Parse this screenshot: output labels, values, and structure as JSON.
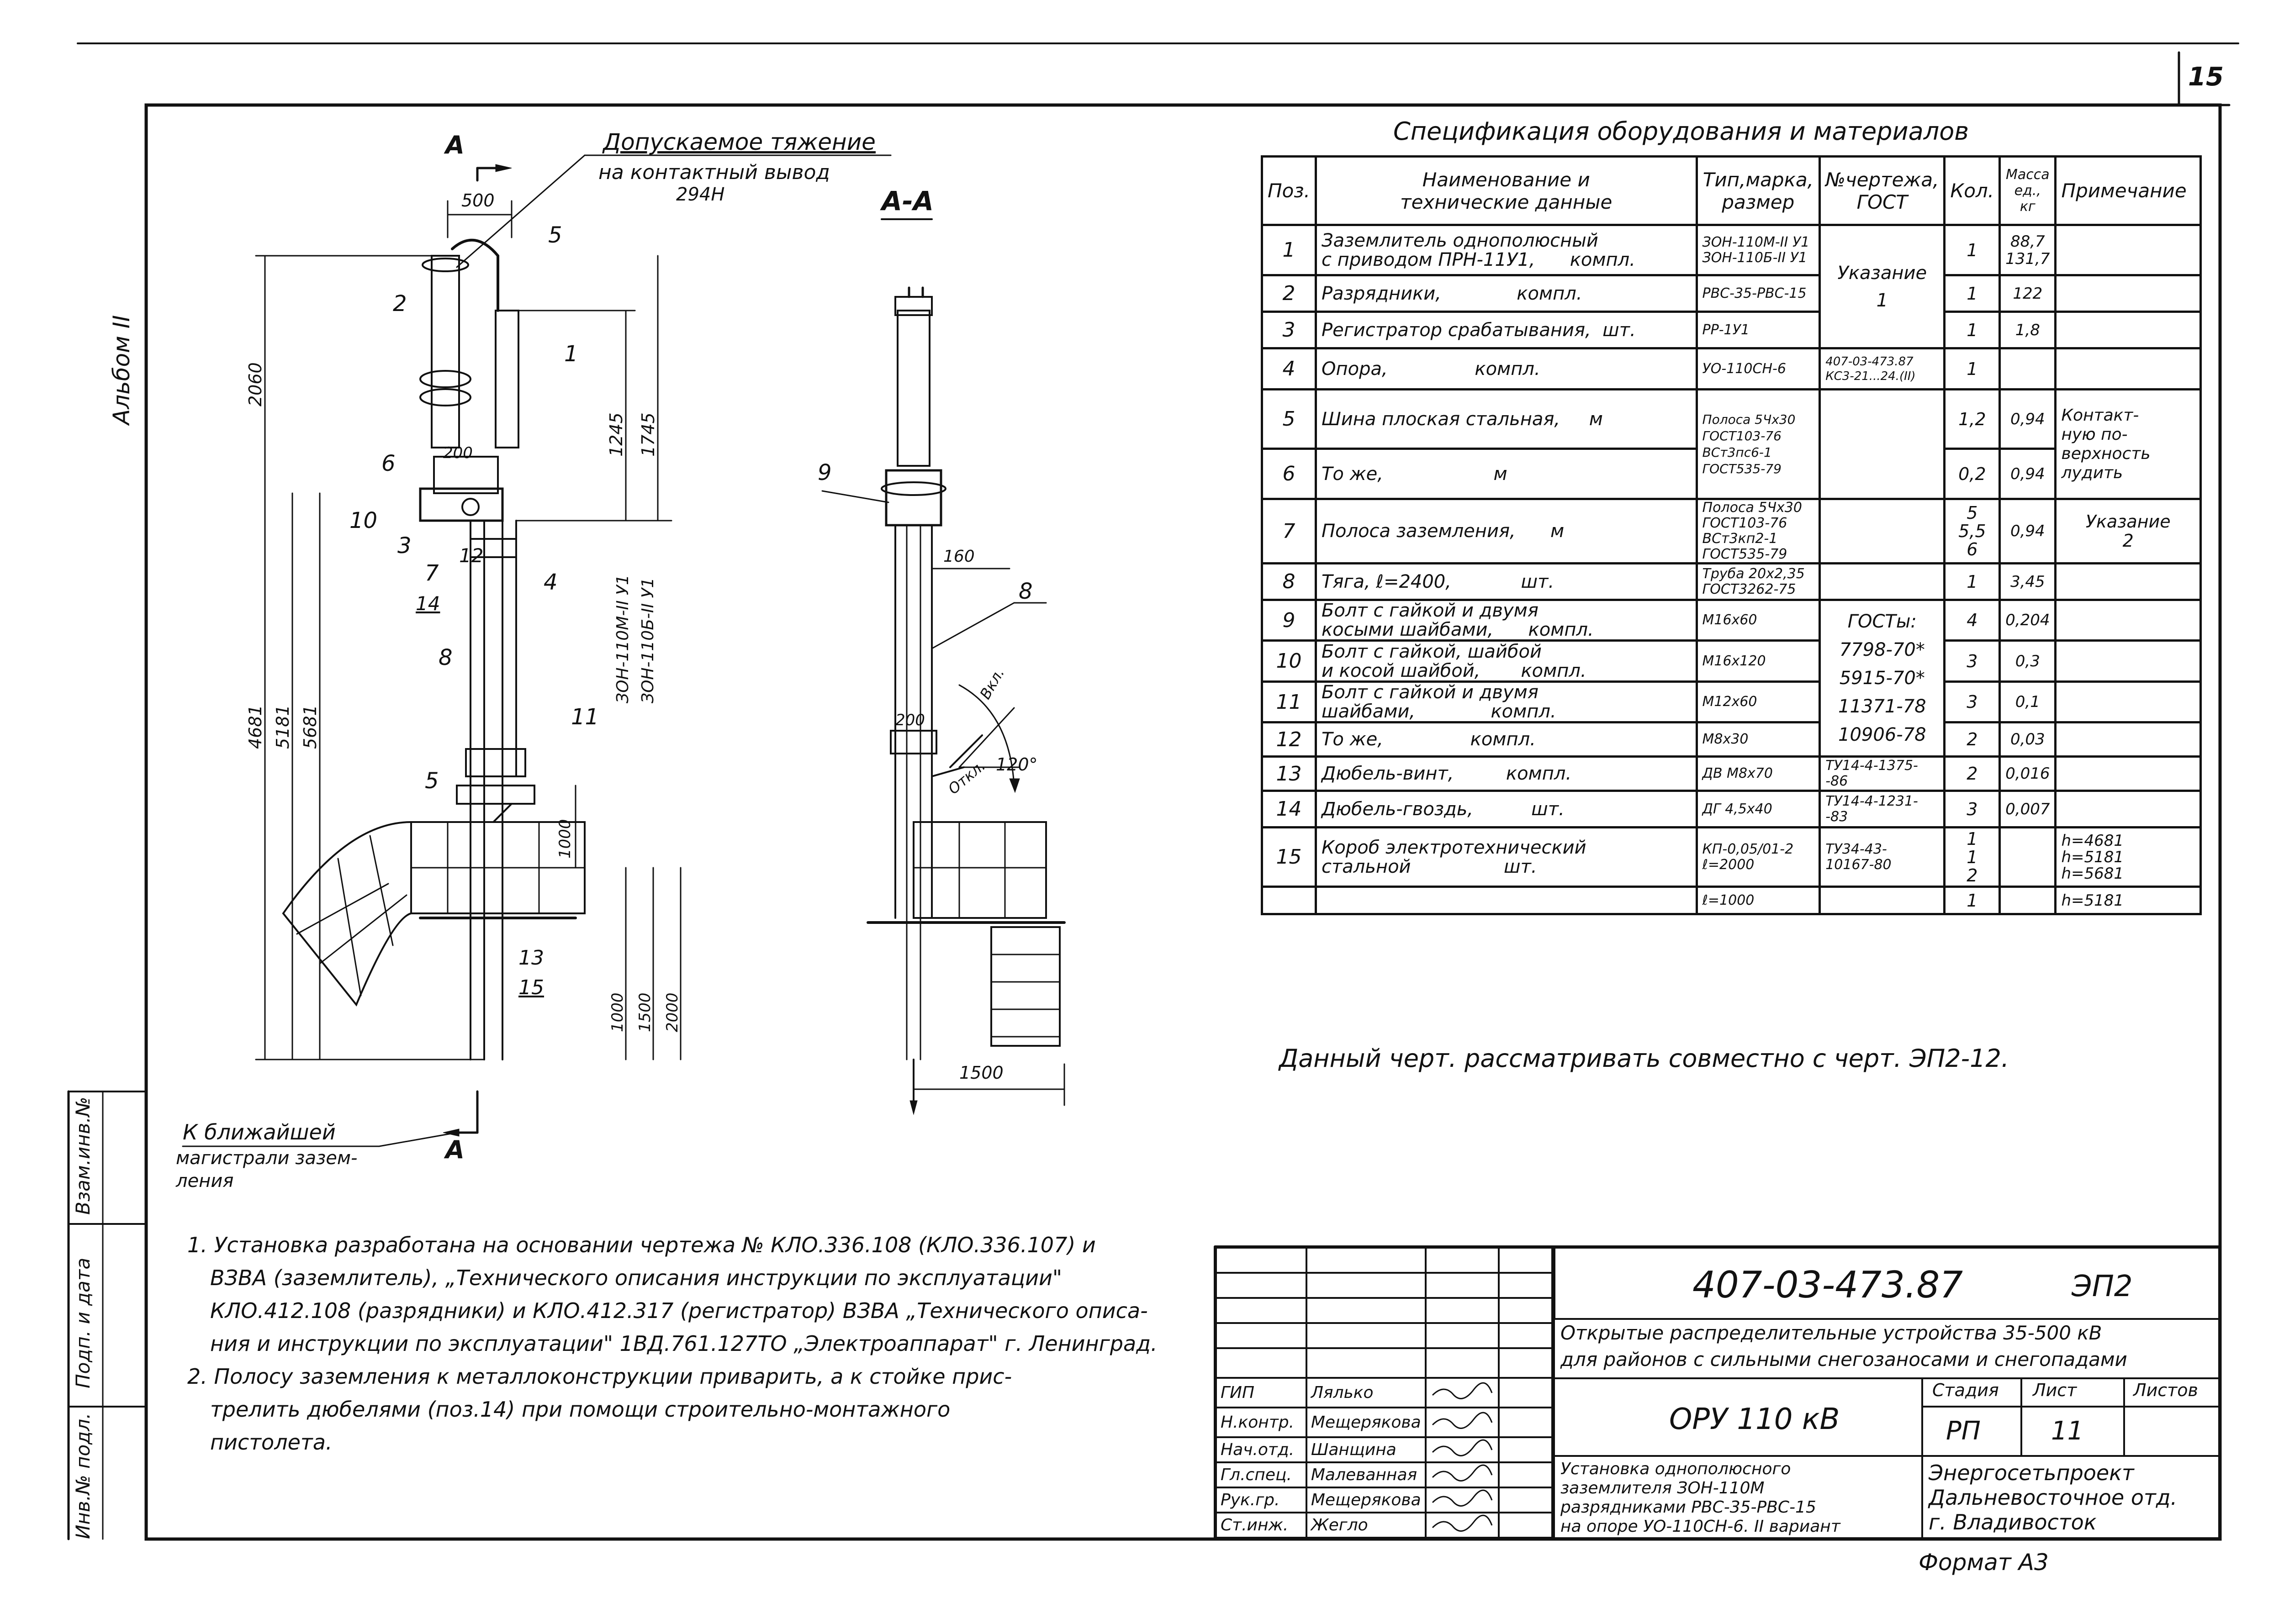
{
  "page": {
    "sheet_number": "15",
    "album_label": "Альбом II",
    "format_label": "Формат А3",
    "margin_stamp": [
      "Инв.№ подл.",
      "Подп. и дата",
      "Взам.инв.№"
    ]
  },
  "drawing": {
    "section_marks": [
      "А",
      "А",
      "А-А"
    ],
    "leader_title": "Допускаемое тяжение",
    "leader_text": [
      "на контактный вывод",
      "294Н"
    ],
    "dims_main": [
      "500",
      "2060",
      "1245",
      "1745",
      "200",
      "4681",
      "5181",
      "5681",
      "1000",
      "1500",
      "2000",
      "1000"
    ],
    "rotated_label": [
      "ЗОН-110М-II У1",
      "ЗОН-110Б-II У1"
    ],
    "positions_main": [
      "2",
      "5",
      "1",
      "6",
      "10",
      "3",
      "12",
      "7",
      "14",
      "4",
      "8",
      "11",
      "5",
      "13",
      "15"
    ],
    "dims_section": [
      "160",
      "200",
      "120°",
      "1500"
    ],
    "arc_labels": [
      "Вкл.",
      "Откл."
    ],
    "positions_section": [
      "9",
      "8"
    ],
    "bottom_label": [
      "К ближайшей",
      "магистрали зазем-",
      "ления"
    ]
  },
  "spec": {
    "title": "Спецификация оборудования и материалов",
    "headers": {
      "pos": "Поз.",
      "name": [
        "Наименование и",
        "технические данные"
      ],
      "type": [
        "Тип,марка,",
        "размер"
      ],
      "drawing": [
        "№чертежа,",
        "ГОСТ"
      ],
      "qty": "Кол.",
      "mass": [
        "Масса",
        "ед.,",
        "кг"
      ],
      "note": "Примечание"
    },
    "rows": [
      {
        "pos": "1",
        "name": [
          "Заземлитель однополюсный",
          "с приводом ПРН-11У1,      компл."
        ],
        "type": [
          "ЗОН-110М-II У1",
          "ЗОН-110Б-II У1"
        ],
        "qty": [
          "1"
        ],
        "mass": [
          "88,7",
          "131,7"
        ]
      },
      {
        "pos": "2",
        "name": [
          "Разрядники,             компл."
        ],
        "type": [
          "РВС-35-РВС-15"
        ],
        "qty": [
          "1"
        ],
        "mass": [
          "122"
        ]
      },
      {
        "pos": "3",
        "name": [
          "Регистратор срабатывания,  шт."
        ],
        "type": [
          "РР-1У1"
        ],
        "qty": [
          "1"
        ],
        "mass": [
          "1,8"
        ]
      },
      {
        "pos": "4",
        "name": [
          "Опора,               компл."
        ],
        "type": [
          "УО-110СН-6"
        ],
        "qty": [
          "1"
        ],
        "mass": [
          ""
        ]
      },
      {
        "pos": "5",
        "name": [
          "Шина плоская стальная,     м"
        ],
        "qty": [
          "1,2"
        ],
        "mass": [
          "0,94"
        ]
      },
      {
        "pos": "6",
        "name": [
          "То же,                   м"
        ],
        "qty": [
          "0,2"
        ],
        "mass": [
          "0,94"
        ]
      },
      {
        "pos": "7",
        "name": [
          "Полоса заземления,      м"
        ],
        "type": [
          "Полоса 5Чх30 ГОСТ103-76",
          "ВСт3кп2-1 ГОСТ535-79"
        ],
        "qty": [
          "5",
          "5,5",
          "6"
        ],
        "mass": [
          "0,94"
        ]
      },
      {
        "pos": "8",
        "name": [
          "Тяга, ℓ=2400,            шт."
        ],
        "type": [
          "Труба 20х2,35 ГОСТ3262-75"
        ],
        "qty": [
          "1"
        ],
        "mass": [
          "3,45"
        ]
      },
      {
        "pos": "9",
        "name": [
          "Болт с гайкой и двумя",
          "косыми шайбами,      компл."
        ],
        "type": [
          "М16х60"
        ],
        "qty": [
          "4"
        ],
        "mass": [
          "0,204"
        ]
      },
      {
        "pos": "10",
        "name": [
          "Болт с гайкой, шайбой",
          "и косой шайбой,       компл."
        ],
        "type": [
          "М16х120"
        ],
        "qty": [
          "3"
        ],
        "mass": [
          "0,3"
        ]
      },
      {
        "pos": "11",
        "name": [
          "Болт с гайкой и двумя",
          "шайбами,             компл."
        ],
        "type": [
          "М12х60"
        ],
        "qty": [
          "3"
        ],
        "mass": [
          "0,1"
        ]
      },
      {
        "pos": "12",
        "name": [
          "То же,               компл."
        ],
        "type": [
          "М8х30"
        ],
        "qty": [
          "2"
        ],
        "mass": [
          "0,03"
        ]
      },
      {
        "pos": "13",
        "name": [
          "Дюбель-винт,         компл."
        ],
        "type": [
          "ДВ М8х70"
        ],
        "drawing": [
          "ТУ14-4-1375-",
          "-86"
        ],
        "qty": [
          "2"
        ],
        "mass": [
          "0,016"
        ]
      },
      {
        "pos": "14",
        "name": [
          "Дюбель-гвоздь,          шт."
        ],
        "type": [
          "ДГ 4,5х40"
        ],
        "drawing": [
          "ТУ14-4-1231-",
          "-83"
        ],
        "qty": [
          "3"
        ],
        "mass": [
          "0,007"
        ]
      },
      {
        "pos": "15",
        "name": [
          "Короб электротехнический",
          "стальной                шт."
        ],
        "type": [
          "КП-0,05/01-2",
          "ℓ=2000"
        ],
        "drawing": [
          "ТУ34-43-",
          "10167-80"
        ],
        "qty": [
          "1",
          "1",
          "2"
        ],
        "mass": [
          ""
        ],
        "note": [
          "h=4681",
          "h=5181",
          "h=5681"
        ]
      },
      {
        "pos": "",
        "name": [
          ""
        ],
        "type": [
          "ℓ=1000"
        ],
        "qty": [
          "1"
        ],
        "mass": [
          ""
        ],
        "note": [
          "h=5181"
        ]
      }
    ],
    "merged_drawing_1_3": [
      "Указание",
      "1"
    ],
    "merged_drawing_4": [
      "407-03-473.87",
      "КС3-21...24.(II)"
    ],
    "merged_type_5_6": [
      "Полоса 5Чх30 ГОСТ103-76",
      "ВСт3пс6-1 ГОСТ535-79"
    ],
    "merged_note_5_6": [
      "Контакт-",
      "ную по-",
      "верхность",
      "лудить"
    ],
    "note_7": [
      "Указание",
      "2"
    ],
    "merged_drawing_9_12": [
      "ГОСТы:",
      "7798-70*",
      "5915-70*",
      "11371-78",
      "10906-78"
    ]
  },
  "remark": "Данный черт. рассматривать совместно с черт. ЭП2-12.",
  "notes": [
    "1. Установка разработана на основании чертежа № КЛО.336.108 (КЛО.336.107) и",
    "ВЗВА (заземлитель), „Технического описания инструкции по эксплуатации\"",
    "КЛО.412.108 (разрядники) и КЛО.412.317 (регистратор) ВЗВА „Технического описа-",
    "ния и инструкции по эксплуатации\" 1ВД.761.127ТО „Электроаппарат\" г. Ленинград.",
    "2. Полосу заземления к металлоконструкции приварить, а к стойке прис-",
    "трелить дюбелями (поз.14) при помощи строительно-монтажного",
    "пистолета."
  ],
  "stamp": {
    "code": "407-03-473.87",
    "sheet_code": "ЭП2",
    "project": [
      "Открытые распределительные устройства 35-500 кВ",
      "для районов с сильными снегозаносами и снегопадами"
    ],
    "object": "ОРУ 110 кВ",
    "stage_header": [
      "Стадия",
      "Лист",
      "Листов"
    ],
    "stage_values": [
      "РП",
      "11",
      ""
    ],
    "title": [
      "Установка однополюсного",
      "заземлителя ЗОН-110М",
      "разрядниками РВС-35-РВС-15",
      "на опоре УО-110СН-6. II вариант"
    ],
    "org": [
      "Энергосетьпроект",
      "Дальневосточное отд.",
      "г. Владивосток"
    ],
    "roles": [
      "ГИП",
      "Н.контр.",
      "Нач.отд.",
      "Гл.спец.",
      "Рук.гр.",
      "Ст.инж."
    ],
    "names": [
      "Лялько",
      "Мещерякова",
      "Шанщина",
      "Малеванная",
      "Мещерякова",
      "Жегло"
    ]
  }
}
